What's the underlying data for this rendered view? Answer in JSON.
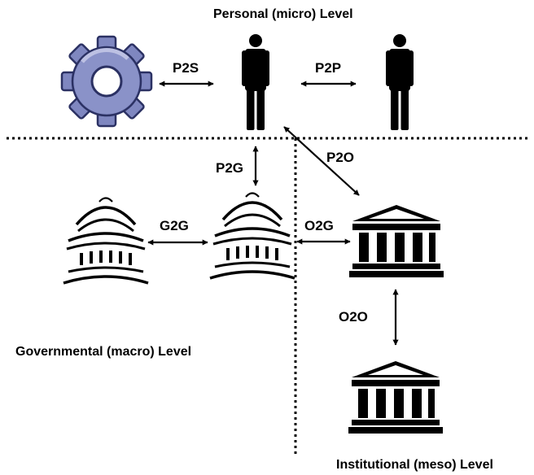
{
  "levels": {
    "personal": "Personal (micro) Level",
    "governmental": "Governmental (macro) Level",
    "institutional": "Institutional (meso) Level"
  },
  "relations": {
    "p2s": "P2S",
    "p2p": "P2P",
    "p2g": "P2G",
    "p2o": "P2O",
    "g2g": "G2G",
    "o2g": "O2G",
    "o2o": "O2O"
  },
  "icons": {
    "system": "gear-icon",
    "person": "person-icon",
    "government": "capitol-dome-icon",
    "institution": "institution-building-icon"
  },
  "colors": {
    "ink": "#000000",
    "gear_fill": "#7f87c0",
    "gear_outline": "#2b3163",
    "background": "#ffffff"
  }
}
